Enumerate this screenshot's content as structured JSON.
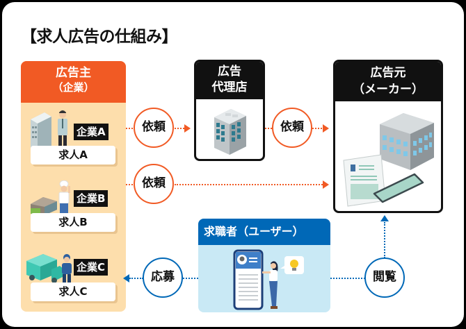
{
  "title": "【求人広告の仕組み】",
  "advertiser": {
    "heading_line1": "広告主",
    "heading_line2": "（企業）",
    "companies": [
      {
        "tag": "企業A",
        "job": "求人A",
        "illustration": "office-building-with-businessman"
      },
      {
        "tag": "企業B",
        "job": "求人B",
        "illustration": "restaurant-with-chef"
      },
      {
        "tag": "企業C",
        "job": "求人C",
        "illustration": "delivery-truck-with-worker"
      }
    ]
  },
  "agency": {
    "heading_line1": "広告",
    "heading_line2": "代理店",
    "illustration": "office-tower"
  },
  "media": {
    "heading_line1": "広告元",
    "heading_line2": "（メーカー）",
    "illustration": "building-resume-smartphone"
  },
  "seeker": {
    "heading": "求職者（ユーザー）",
    "illustration": "woman-with-smartphone-and-idea"
  },
  "flows": {
    "request_1": "依頼",
    "request_2": "依頼",
    "request_3": "依頼",
    "apply": "応募",
    "browse": "閲覧"
  },
  "colors": {
    "advertiser_accent": "#f15a24",
    "advertiser_bg": "#fddeac",
    "seeker_accent": "#0068b7",
    "seeker_bg": "#c9e9f5",
    "box_border": "#111111"
  }
}
